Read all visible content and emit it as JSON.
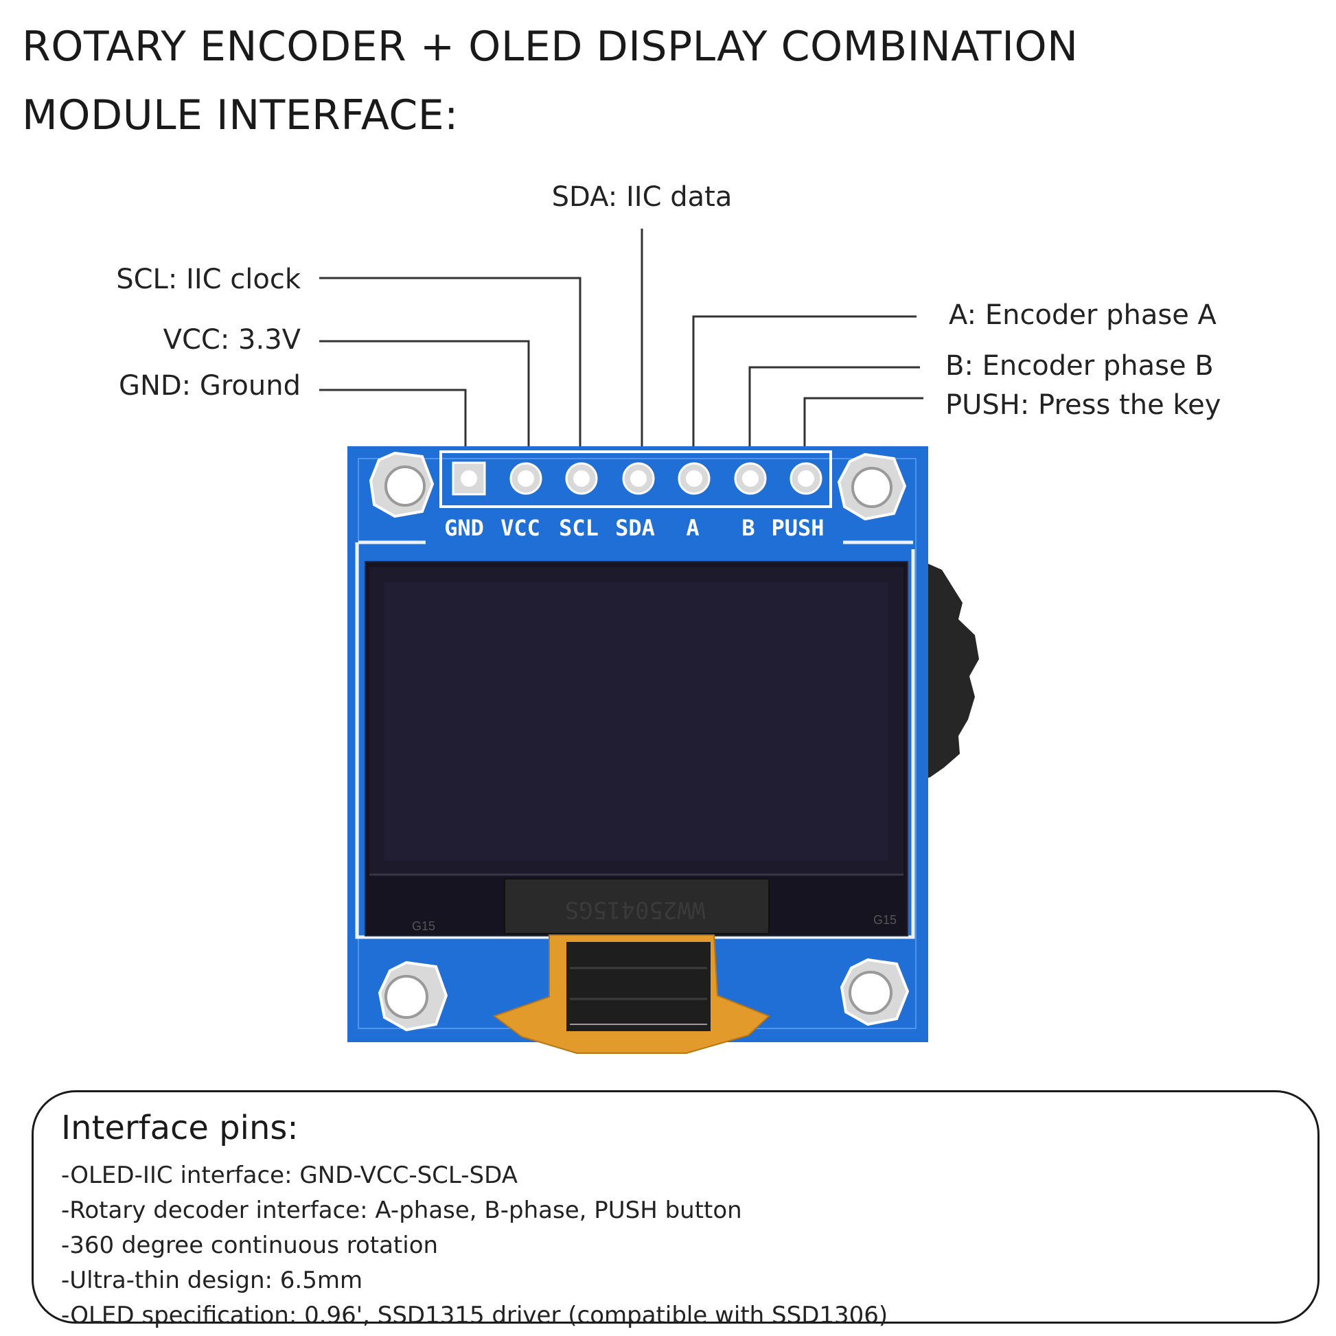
{
  "title": {
    "line1": "ROTARY ENCODER + OLED DISPLAY COMBINATION",
    "line2": "MODULE INTERFACE:"
  },
  "callouts": {
    "sda": "SDA: IIC data",
    "scl": "SCL: IIC clock",
    "vcc": "VCC:  3.3V",
    "gnd": "GND: Ground",
    "a": "A: Encoder phase A",
    "b": "B: Encoder phase B",
    "push": "PUSH: Press the key"
  },
  "board": {
    "pin_labels": [
      "GND",
      "VCC",
      "SCL",
      "SDA",
      "A",
      "B",
      "PUSH"
    ],
    "fpc_marking": "WW250415GS",
    "corner_tag_left": "G15",
    "corner_tag_right": "G15",
    "pcb_color": "#1f6fd6",
    "screen_color": "#1c1a2b",
    "flex_color": "#e29a2a"
  },
  "interface_pins": {
    "heading": "Interface pins:",
    "items": [
      "-OLED-IIC interface: GND-VCC-SCL-SDA",
      "-Rotary decoder interface: A-phase, B-phase, PUSH button",
      "-360 degree continuous rotation",
      "-Ultra-thin design: 6.5mm",
      "-OLED specification: 0.96', SSD1315 driver (compatible with SSD1306)"
    ]
  }
}
